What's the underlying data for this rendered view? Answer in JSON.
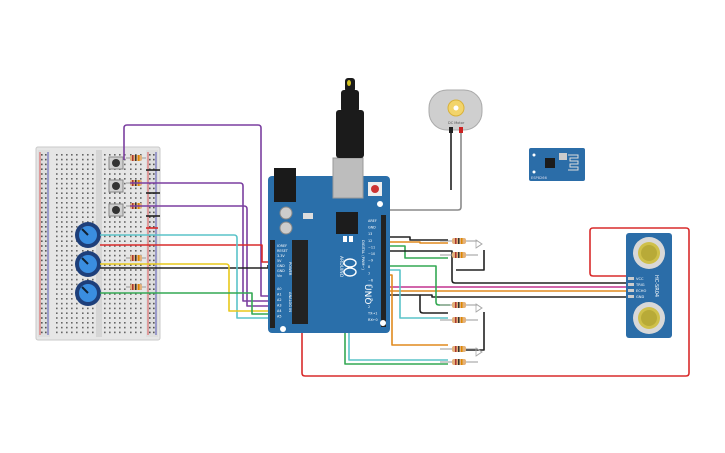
{
  "arduino": {
    "model": "UNO",
    "brand": "ARDUINO",
    "power_label": "POWER",
    "analog_label": "ANALOG IN",
    "digital_label": "DIGITAL (PWM~)",
    "power_pins": [
      "IOREF",
      "RESET",
      "3.3V",
      "5V",
      "GND",
      "GND",
      "Vin"
    ],
    "analog_pins": [
      "A0",
      "A1",
      "A2",
      "A3",
      "A4",
      "A5"
    ],
    "digital_pins": [
      "AREF",
      "GND",
      "13",
      "12",
      "~11",
      "~10",
      "~9",
      "8",
      "7",
      "~6",
      "~5",
      "4",
      "~3",
      "2",
      "TX→1",
      "RX←0"
    ]
  },
  "motor": {
    "label": "DC Motor"
  },
  "ultrasonic": {
    "model": "HC-SR04",
    "pins": [
      "VCC",
      "TRIG",
      "ECHO",
      "GND"
    ]
  },
  "wifi_module": {
    "name": "ESP8266"
  },
  "colors": {
    "board": "#2a6faa",
    "breadboard": "#e9e9e9",
    "wire_purple": "#7b3fa0",
    "wire_red": "#d92b2b",
    "wire_black": "#222222",
    "wire_cyan": "#5ac3c9",
    "wire_green": "#34a853",
    "wire_yellow": "#e8c81c",
    "wire_orange": "#e08a1e",
    "wire_magenta": "#c2338f",
    "wire_gray": "#8a8a8a"
  }
}
